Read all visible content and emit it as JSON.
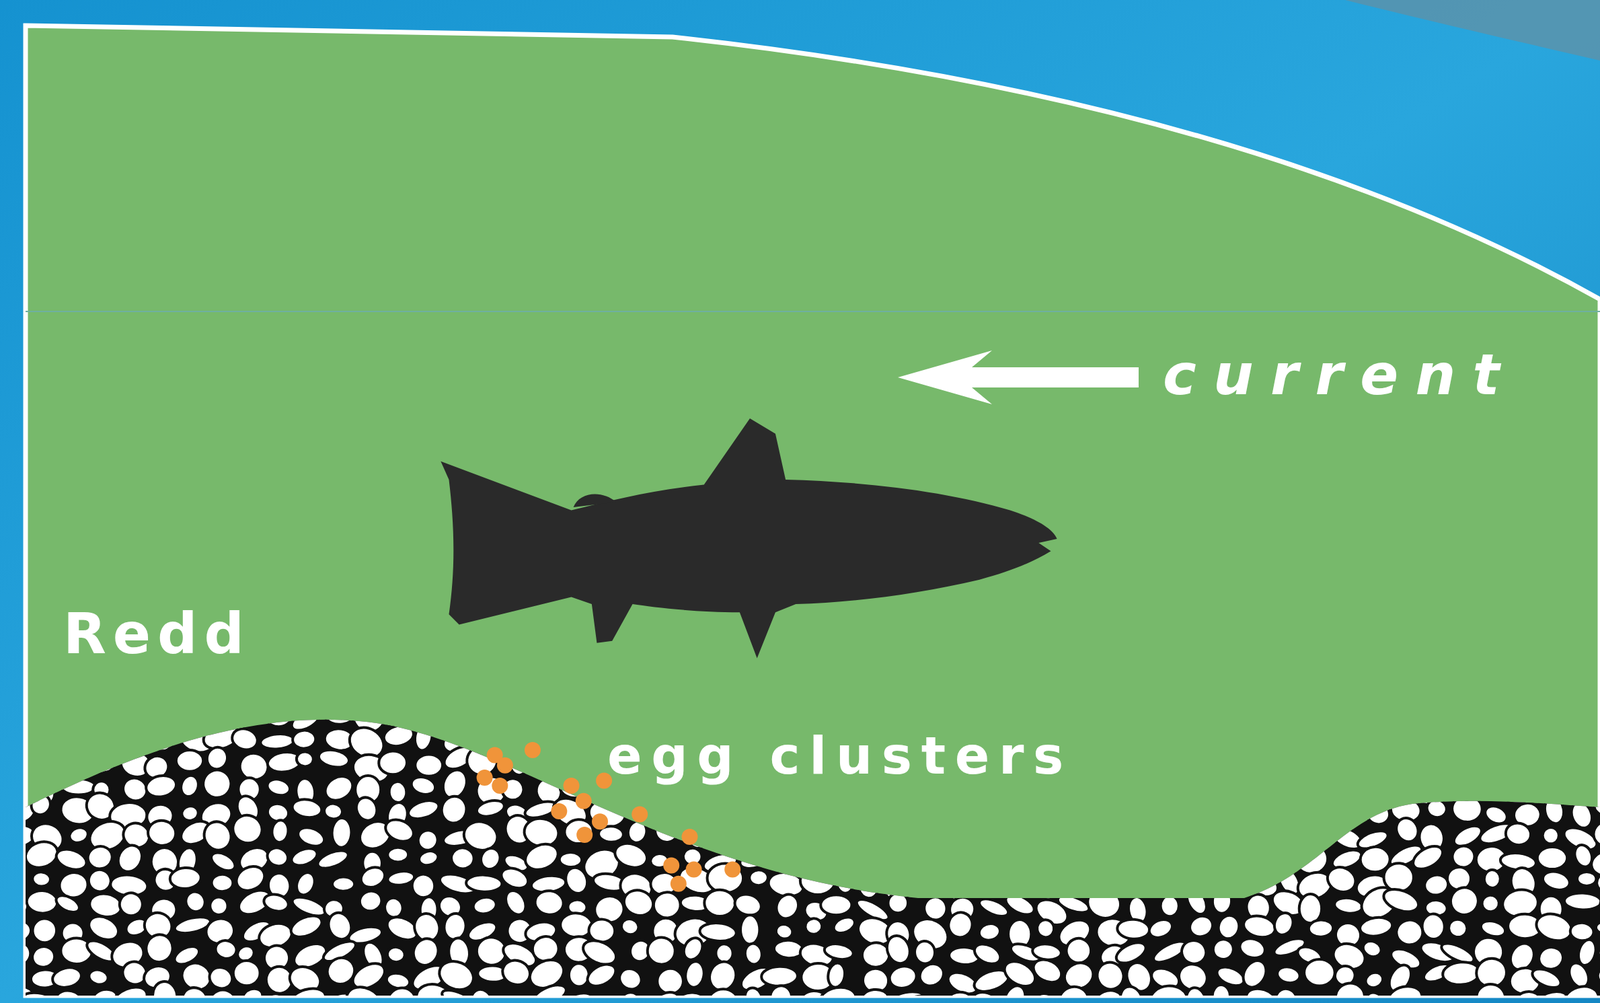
{
  "diagram": {
    "labels": [
      "current",
      "Redd",
      "egg clusters"
    ]
  }
}
